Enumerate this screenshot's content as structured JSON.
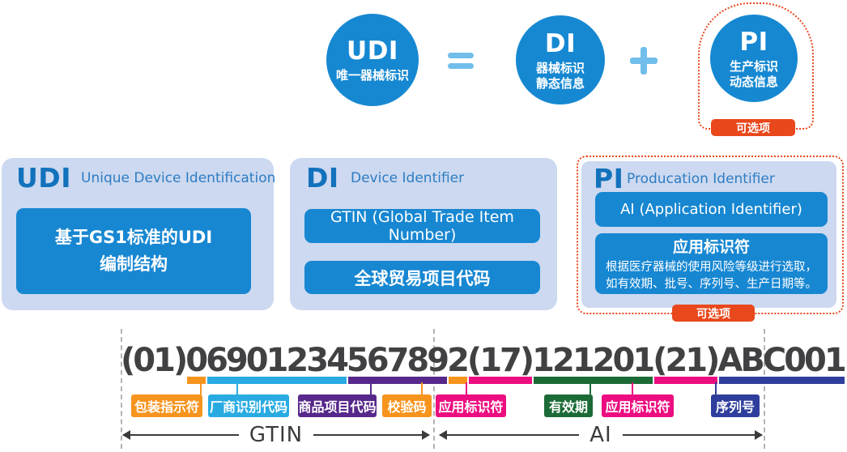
{
  "top": {
    "udi": {
      "abbr": "UDI",
      "label": "唯一器械标识"
    },
    "equals_icon": "=",
    "di": {
      "abbr": "DI",
      "line1": "器械标识",
      "line2": "静态信息"
    },
    "plus_icon": "+",
    "pi": {
      "abbr": "PI",
      "line1": "生产标识",
      "line2": "动态信息"
    },
    "optional_badge": "可选项"
  },
  "panels": {
    "udi": {
      "abbr": "UDI",
      "title": "Unique Device Identification",
      "box_line1": "基于GS1标准的UDI",
      "box_line2": "编制结构"
    },
    "di": {
      "abbr": "DI",
      "title": "Device Identifier",
      "box1": "GTIN (Global Trade Item Number)",
      "box2": "全球贸易项目代码"
    },
    "pi": {
      "abbr": "PI",
      "title": "Producation Identifier",
      "box1": "AI (Application Identifier)",
      "box2_title": "应用标识符",
      "box2_line1": "根据医疗器械的使用风险等级进行选取，",
      "box2_line2": "如有效期、批号、序列号、生产日期等。",
      "optional_badge": "可选项"
    }
  },
  "barcode": {
    "full_text": "(01)06901234567892(17)121201(21)ABC001",
    "segments": [
      {
        "text": "(01)",
        "color": "transparent"
      },
      {
        "text": "0",
        "color": "#F6941E",
        "label": "包装指示符"
      },
      {
        "text": "6901234",
        "color": "#29ABE2",
        "label": "厂商识别代码"
      },
      {
        "text": "56789",
        "color": "#57288B",
        "label": "商品项目代码"
      },
      {
        "text": "2",
        "color": "#F6941E",
        "label": "校验码"
      },
      {
        "text": "(17)",
        "color": "#EC0E80",
        "label": "应用标识符"
      },
      {
        "text": "121201",
        "color": "#1C6B37",
        "label": "有效期"
      },
      {
        "text": "(21)",
        "color": "#EC0E80",
        "label": "应用标识符"
      },
      {
        "text": "ABC001",
        "color": "#2F3E9C",
        "label": "序列号"
      }
    ],
    "gtin_arrow_label": "GTIN",
    "ai_arrow_label": "AI"
  },
  "colors": {
    "circle_blue": "#1688D2",
    "sign_light_blue": "#72BEEA",
    "panel_bg": "#CCD9F0",
    "box_blue": "#1787D2",
    "abbr_blue": "#1272BC",
    "subtitle_blue": "#2E7CC2",
    "optional_red": "#E8481C",
    "code_text": "#414042"
  }
}
